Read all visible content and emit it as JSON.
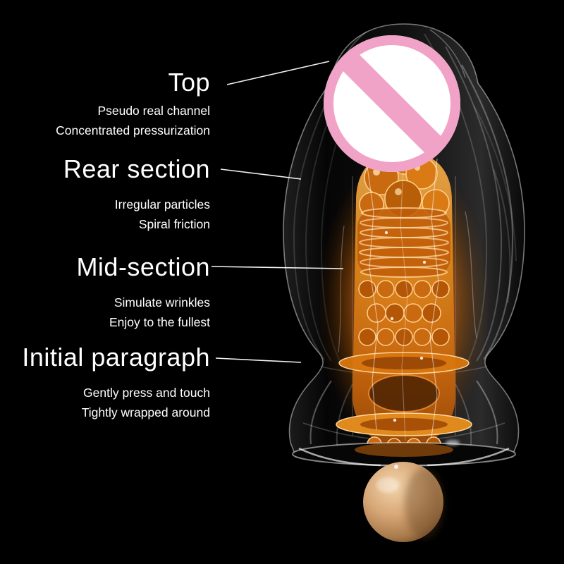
{
  "colors": {
    "background": "#000000",
    "text": "#ffffff",
    "callout_line": "#ffffff",
    "prohibition_pink": "#f0a3c6",
    "prohibition_fill": "#ffffff",
    "core_orange": "#e08a1e",
    "ball_tan": "#d8a878"
  },
  "icons": {
    "prohibition_sign": "prohibition-circle-icon"
  },
  "annotations": [
    {
      "title": "Top",
      "lines": [
        "Pseudo real channel",
        "Concentrated pressurization"
      ]
    },
    {
      "title": "Rear section",
      "lines": [
        "Irregular particles",
        "Spiral friction"
      ]
    },
    {
      "title": "Mid-section",
      "lines": [
        "Simulate wrinkles",
        "Enjoy to the fullest"
      ]
    },
    {
      "title": "Initial paragraph",
      "lines": [
        "Gently press and touch",
        "Tightly wrapped around"
      ]
    }
  ]
}
